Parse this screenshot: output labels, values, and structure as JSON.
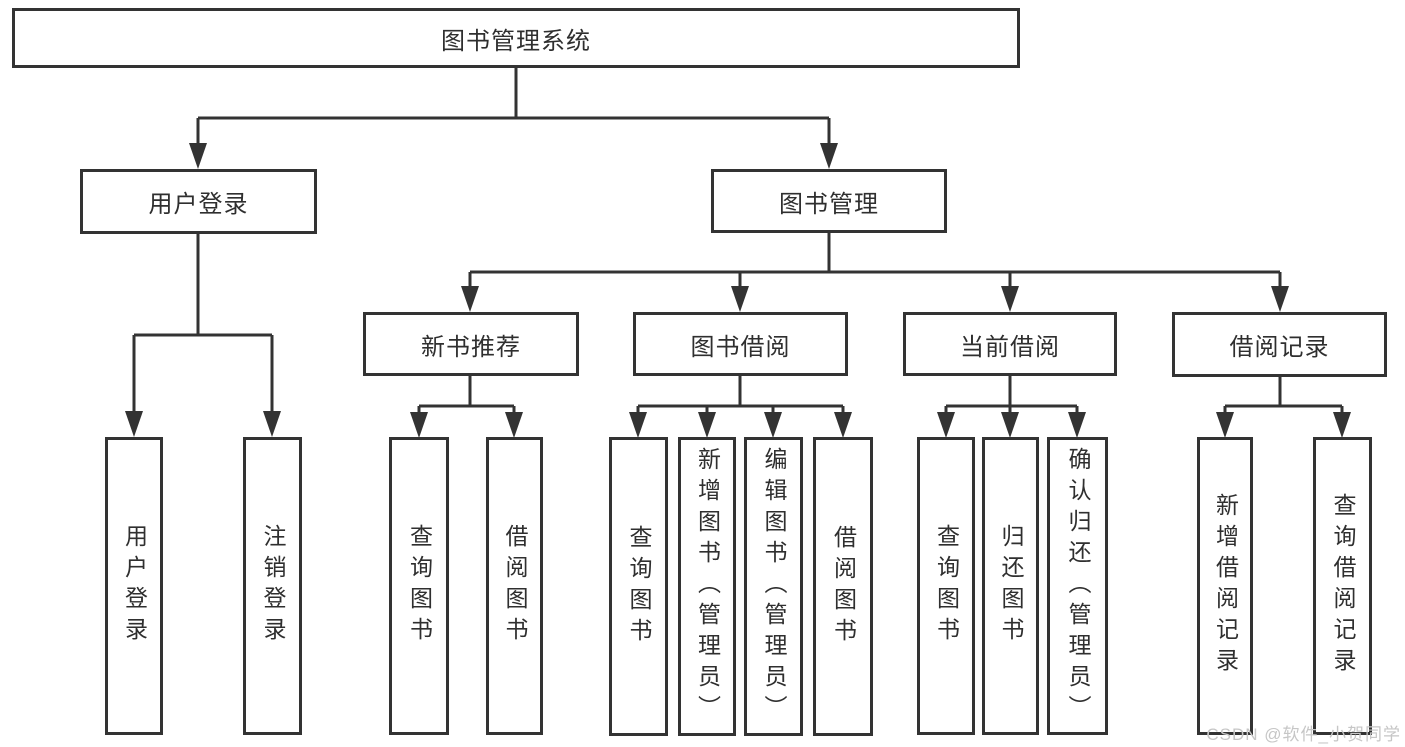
{
  "tree": {
    "root": {
      "label": "图书管理系统"
    },
    "user_login": {
      "label": "用户登录",
      "children": [
        "用户登录",
        "注销登录"
      ]
    },
    "book_management": {
      "label": "图书管理"
    },
    "groups": [
      {
        "label": "新书推荐",
        "children": [
          "查询图书",
          "借阅图书"
        ]
      },
      {
        "label": "图书借阅",
        "children": [
          "查询图书",
          "新增图书（管理员）",
          "编辑图书（管理员）",
          "借阅图书"
        ]
      },
      {
        "label": "当前借阅",
        "children": [
          "查询图书",
          "归还图书",
          "确认归还（管理员）"
        ]
      },
      {
        "label": "借阅记录",
        "children": [
          "新增借阅记录",
          "查询借阅记录"
        ]
      }
    ]
  },
  "watermark": "CSDN @软件_小贺同学",
  "colors": {
    "line": "#333333",
    "text": "#2f2f2f",
    "box_background": "#ffffff",
    "watermark": "#c6c6c6",
    "background": "#ffffff"
  }
}
